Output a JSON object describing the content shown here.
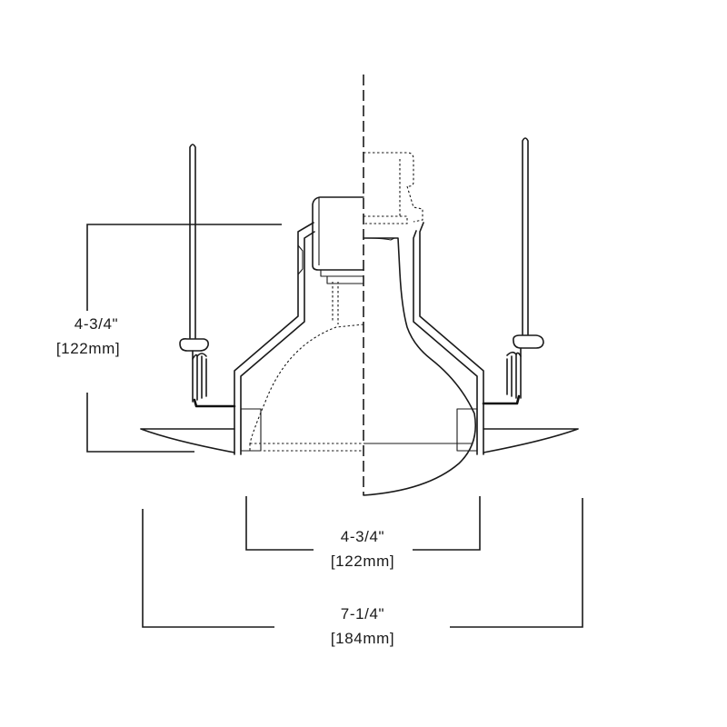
{
  "dimensions": {
    "height": {
      "imperial": "4-3/4\"",
      "metric": "[122mm]"
    },
    "aperture": {
      "imperial": "4-3/4\"",
      "metric": "[122mm]"
    },
    "overall": {
      "imperial": "7-1/4\"",
      "metric": "[184mm]"
    }
  },
  "colors": {
    "ink": "#1a1a1a",
    "background": "#ffffff"
  }
}
